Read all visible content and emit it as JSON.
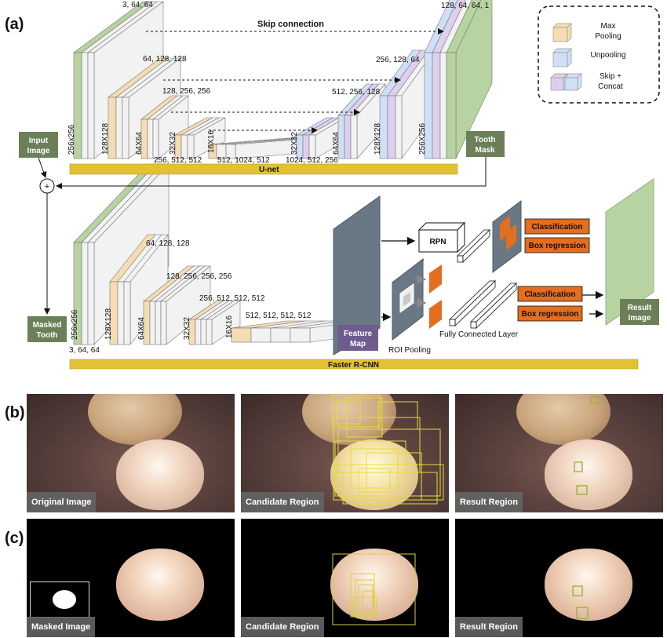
{
  "panels": {
    "a": "(a)",
    "b": "(b)",
    "c": "(c)"
  },
  "unet": {
    "title": "U-net",
    "skip_label": "Skip connection",
    "input_block": [
      "Input",
      "Image"
    ],
    "mask_block": [
      "Tooth",
      "Mask"
    ],
    "plus": "+",
    "enc_labels": [
      "3, 64, 64",
      "64, 128, 128",
      "128, 256, 256",
      "256, 512, 512",
      "512, 1024, 512"
    ],
    "dec_labels": [
      "1024, 512, 256",
      "512, 256, 128",
      "256, 128, 64",
      "128, 64, 64, 1"
    ],
    "sizes": [
      "256x256",
      "128X128",
      "64X64",
      "32X32",
      "16X16",
      "32X32",
      "64X64",
      "128X128",
      "256X256"
    ]
  },
  "legend": {
    "items": [
      {
        "label": [
          "Max",
          "Pooling"
        ],
        "color": "#f6dcb2"
      },
      {
        "label": [
          "Unpooling"
        ],
        "color": "#cfe0f6"
      },
      {
        "label": [
          "Skip +",
          "Concat"
        ],
        "color": "#ddd0ef"
      }
    ]
  },
  "frcnn": {
    "title": "Faster R-CNN",
    "masked_block": [
      "Masked",
      "Tooth"
    ],
    "enc_labels": [
      "3, 64, 64",
      "64, 128, 128",
      "128, 256, 256, 256",
      "256, 512, 512, 512",
      "512, 512, 512, 512"
    ],
    "sizes": [
      "256x256",
      "128X128",
      "64X64",
      "32X32",
      "16X16"
    ],
    "feature_map": [
      "Feature",
      "Map"
    ],
    "rpn": "RPN",
    "roi_pooling": "ROI Pooling",
    "fc_layer": "Fully Connected Layer",
    "classification": "Classification",
    "box_regression": "Box regression",
    "result_block": [
      "Result",
      "Image"
    ]
  },
  "photos": {
    "row_b": [
      "Original Image",
      "Candidate Region",
      "Result Region"
    ],
    "row_c": [
      "Masked Image",
      "Candidate Region",
      "Result Region"
    ]
  },
  "colors": {
    "green_block": "#6b8059",
    "orange": "#e46d1f",
    "yellow_bar": "#e2c235",
    "feature_purple": "#6f5c8f",
    "fmap_gray": "#6a7885"
  }
}
